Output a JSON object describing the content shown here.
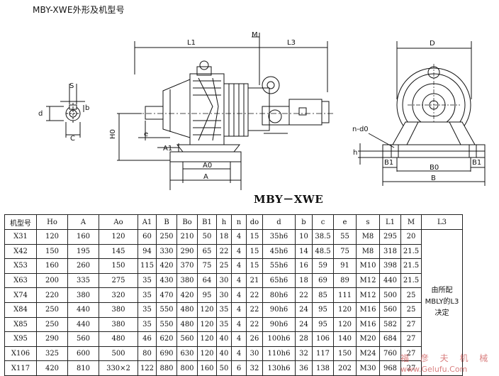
{
  "title": "MBY-XWE外形及机型号",
  "model_caption": "MBY－XWE",
  "drawing_labels": {
    "L1": "L1",
    "M": "M",
    "L3": "L3",
    "D": "D",
    "S": "S",
    "d": "d",
    "b": "b",
    "C": "C",
    "c": "c",
    "H0": "H0",
    "e": "e",
    "A1": "A1",
    "A0": "A0",
    "A": "A",
    "n_d0": "n-d0",
    "h": "h",
    "B1": "B1",
    "B0": "B0",
    "B": "B"
  },
  "table": {
    "headers": [
      "机型号",
      "Ho",
      "A",
      "Ao",
      "A1",
      "B",
      "Bo",
      "B1",
      "h",
      "n",
      "do",
      "d",
      "b",
      "c",
      "e",
      "s",
      "L1",
      "M",
      "L3"
    ],
    "rows": [
      [
        "X31",
        "120",
        "160",
        "120",
        "60",
        "250",
        "210",
        "50",
        "18",
        "4",
        "15",
        "35h6",
        "10",
        "38.5",
        "55",
        "M8",
        "295",
        "20"
      ],
      [
        "X42",
        "150",
        "195",
        "145",
        "94",
        "330",
        "290",
        "65",
        "22",
        "4",
        "15",
        "45h6",
        "14",
        "48.5",
        "75",
        "M8",
        "318",
        "21.5"
      ],
      [
        "X53",
        "160",
        "260",
        "150",
        "115",
        "420",
        "370",
        "75",
        "25",
        "4",
        "15",
        "55h6",
        "16",
        "59",
        "91",
        "M10",
        "398",
        "21.5"
      ],
      [
        "X63",
        "200",
        "335",
        "275",
        "35",
        "430",
        "380",
        "64",
        "30",
        "4",
        "21",
        "65h6",
        "18",
        "69",
        "89",
        "M12",
        "440",
        "21.5"
      ],
      [
        "X74",
        "220",
        "380",
        "320",
        "35",
        "470",
        "420",
        "95",
        "30",
        "4",
        "22",
        "80h6",
        "22",
        "85",
        "111",
        "M12",
        "500",
        "25"
      ],
      [
        "X84",
        "250",
        "440",
        "380",
        "35",
        "550",
        "480",
        "120",
        "35",
        "4",
        "22",
        "90h6",
        "24",
        "95",
        "120",
        "M16",
        "560",
        "25"
      ],
      [
        "X85",
        "250",
        "440",
        "380",
        "35",
        "550",
        "480",
        "120",
        "35",
        "4",
        "22",
        "90h6",
        "24",
        "95",
        "120",
        "M16",
        "582",
        "27"
      ],
      [
        "X95",
        "290",
        "560",
        "480",
        "46",
        "620",
        "560",
        "120",
        "40",
        "4",
        "26",
        "100h6",
        "28",
        "106",
        "140",
        "M20",
        "684",
        "27"
      ],
      [
        "X106",
        "325",
        "600",
        "500",
        "80",
        "690",
        "630",
        "120",
        "40",
        "4",
        "30",
        "110h6",
        "32",
        "117",
        "150",
        "M24",
        "760",
        "27"
      ],
      [
        "X117",
        "420",
        "810",
        "330×2",
        "122",
        "880",
        "800",
        "160",
        "50",
        "6",
        "32",
        "130h6",
        "36",
        "138",
        "202",
        "M30",
        "968",
        "27"
      ]
    ],
    "l3_note": "由所配 MBLY的L3 决定"
  },
  "watermark": {
    "name": "福 彦 夫 机 械",
    "url": "www.Gelufu.Com"
  }
}
